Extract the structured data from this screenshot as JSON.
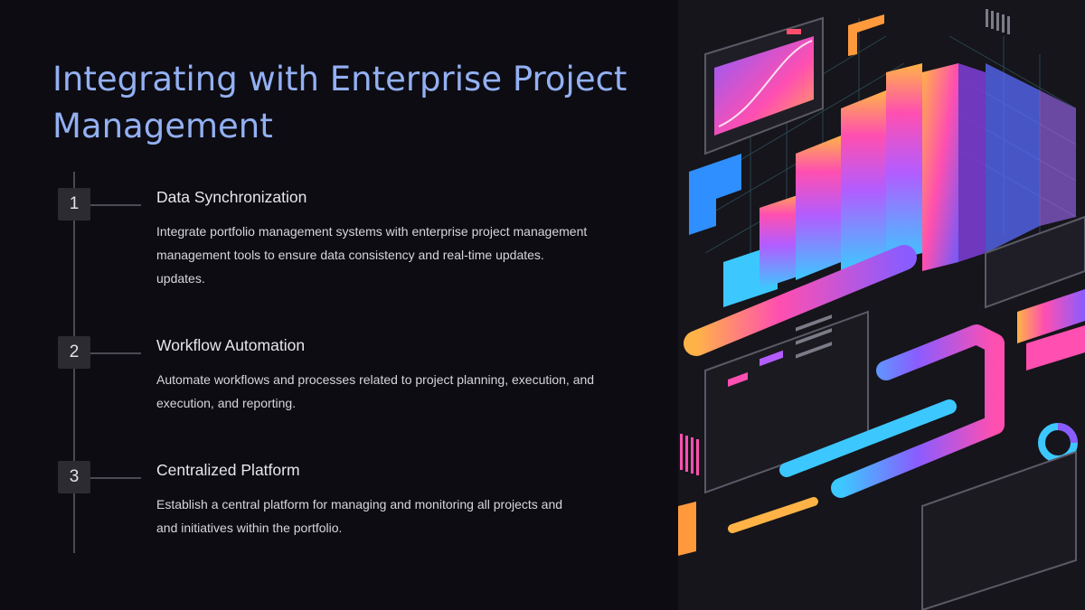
{
  "slide": {
    "title": "Integrating with Enterprise Project Management"
  },
  "steps": [
    {
      "number": "1",
      "title": "Data Synchronization",
      "lines": [
        "Integrate portfolio management systems with enterprise project management",
        "management tools to ensure data consistency and real-time updates.",
        "updates."
      ]
    },
    {
      "number": "2",
      "title": "Workflow Automation",
      "lines": [
        "Automate workflows and processes related to project planning, execution, and",
        "execution, and reporting."
      ]
    },
    {
      "number": "3",
      "title": "Centralized Platform",
      "lines": [
        "Establish a central platform for managing and monitoring all projects and",
        "and initiatives within the portfolio."
      ]
    }
  ],
  "illustration": {
    "icon": "isometric-dashboard-illustration",
    "accent_colors": [
      "#ff4fb0",
      "#8a5cff",
      "#3cc8ff",
      "#ffb347"
    ]
  }
}
